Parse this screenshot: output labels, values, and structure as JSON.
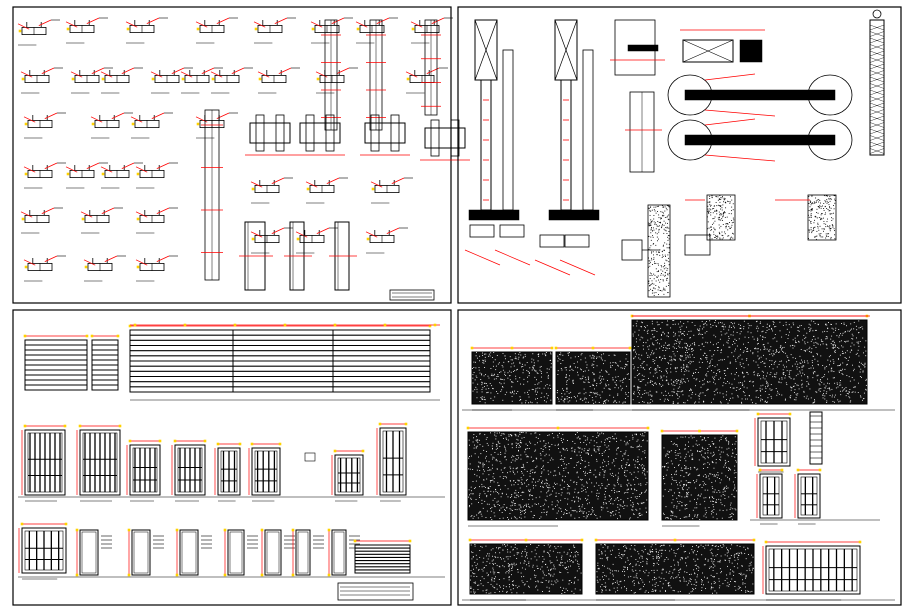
{
  "drawing": {
    "sheets": [
      {
        "id": "details-sections",
        "content": "profile-details"
      },
      {
        "id": "details-hardware",
        "content": "hardware-details"
      },
      {
        "id": "elevations-grilles",
        "content": "grille-elevations"
      },
      {
        "id": "elevations-panels",
        "content": "panel-elevations"
      }
    ],
    "colors": {
      "line": "#000000",
      "accent": "#ff0000",
      "highlight": "#ffd200",
      "sheet_border": "#000000",
      "background": "#ffffff"
    }
  }
}
